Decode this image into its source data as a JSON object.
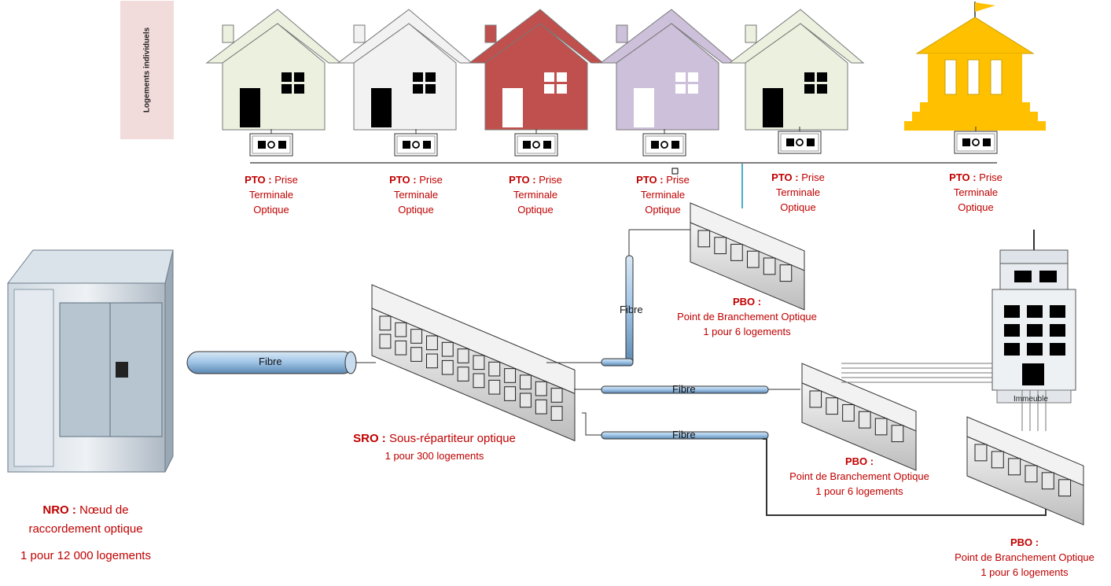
{
  "tag": {
    "text": "Logements individuels"
  },
  "pto": {
    "acronym": "PTO :",
    "line1": "Prise",
    "line2": "Terminale",
    "line3": "Optique"
  },
  "pbo": {
    "acronym": "PBO :",
    "line1": "Point de Branchement Optique",
    "line2": "1 pour 6 logements"
  },
  "sro": {
    "acronym": "SRO :",
    "line1": "Sous-répartiteur optique",
    "line2": "1 pour 300 logements"
  },
  "nro": {
    "acronym": "NRO :",
    "line1": "Nœud de",
    "line2": "raccordement optique",
    "line3": "1 pour 12 000 logements"
  },
  "fiber": {
    "label": "Fibre"
  },
  "building": {
    "label": "Immeuble"
  },
  "colors": {
    "label_red": "#c00000",
    "house_green": "#ebf1de",
    "house_white": "#f2f2f2",
    "house_red": "#c0504d",
    "house_purple": "#ccc0da",
    "public_yellow": "#ffc000",
    "tag_pink": "#f2dcdb",
    "fiber_blue": "#9dc3e6"
  },
  "houses": [
    {
      "type": "house",
      "fill": "#ebf1de",
      "door": "#000000",
      "win": "#000000"
    },
    {
      "type": "house",
      "fill": "#f2f2f2",
      "door": "#000000",
      "win": "#000000"
    },
    {
      "type": "house",
      "fill": "#c0504d",
      "door": "#ffffff",
      "win": "#ffffff"
    },
    {
      "type": "house",
      "fill": "#ccc0da",
      "door": "#ffffff",
      "win": "#ffffff"
    },
    {
      "type": "house",
      "fill": "#ebf1de",
      "door": "#000000",
      "win": "#000000"
    },
    {
      "type": "public-building",
      "fill": "#ffc000"
    }
  ]
}
